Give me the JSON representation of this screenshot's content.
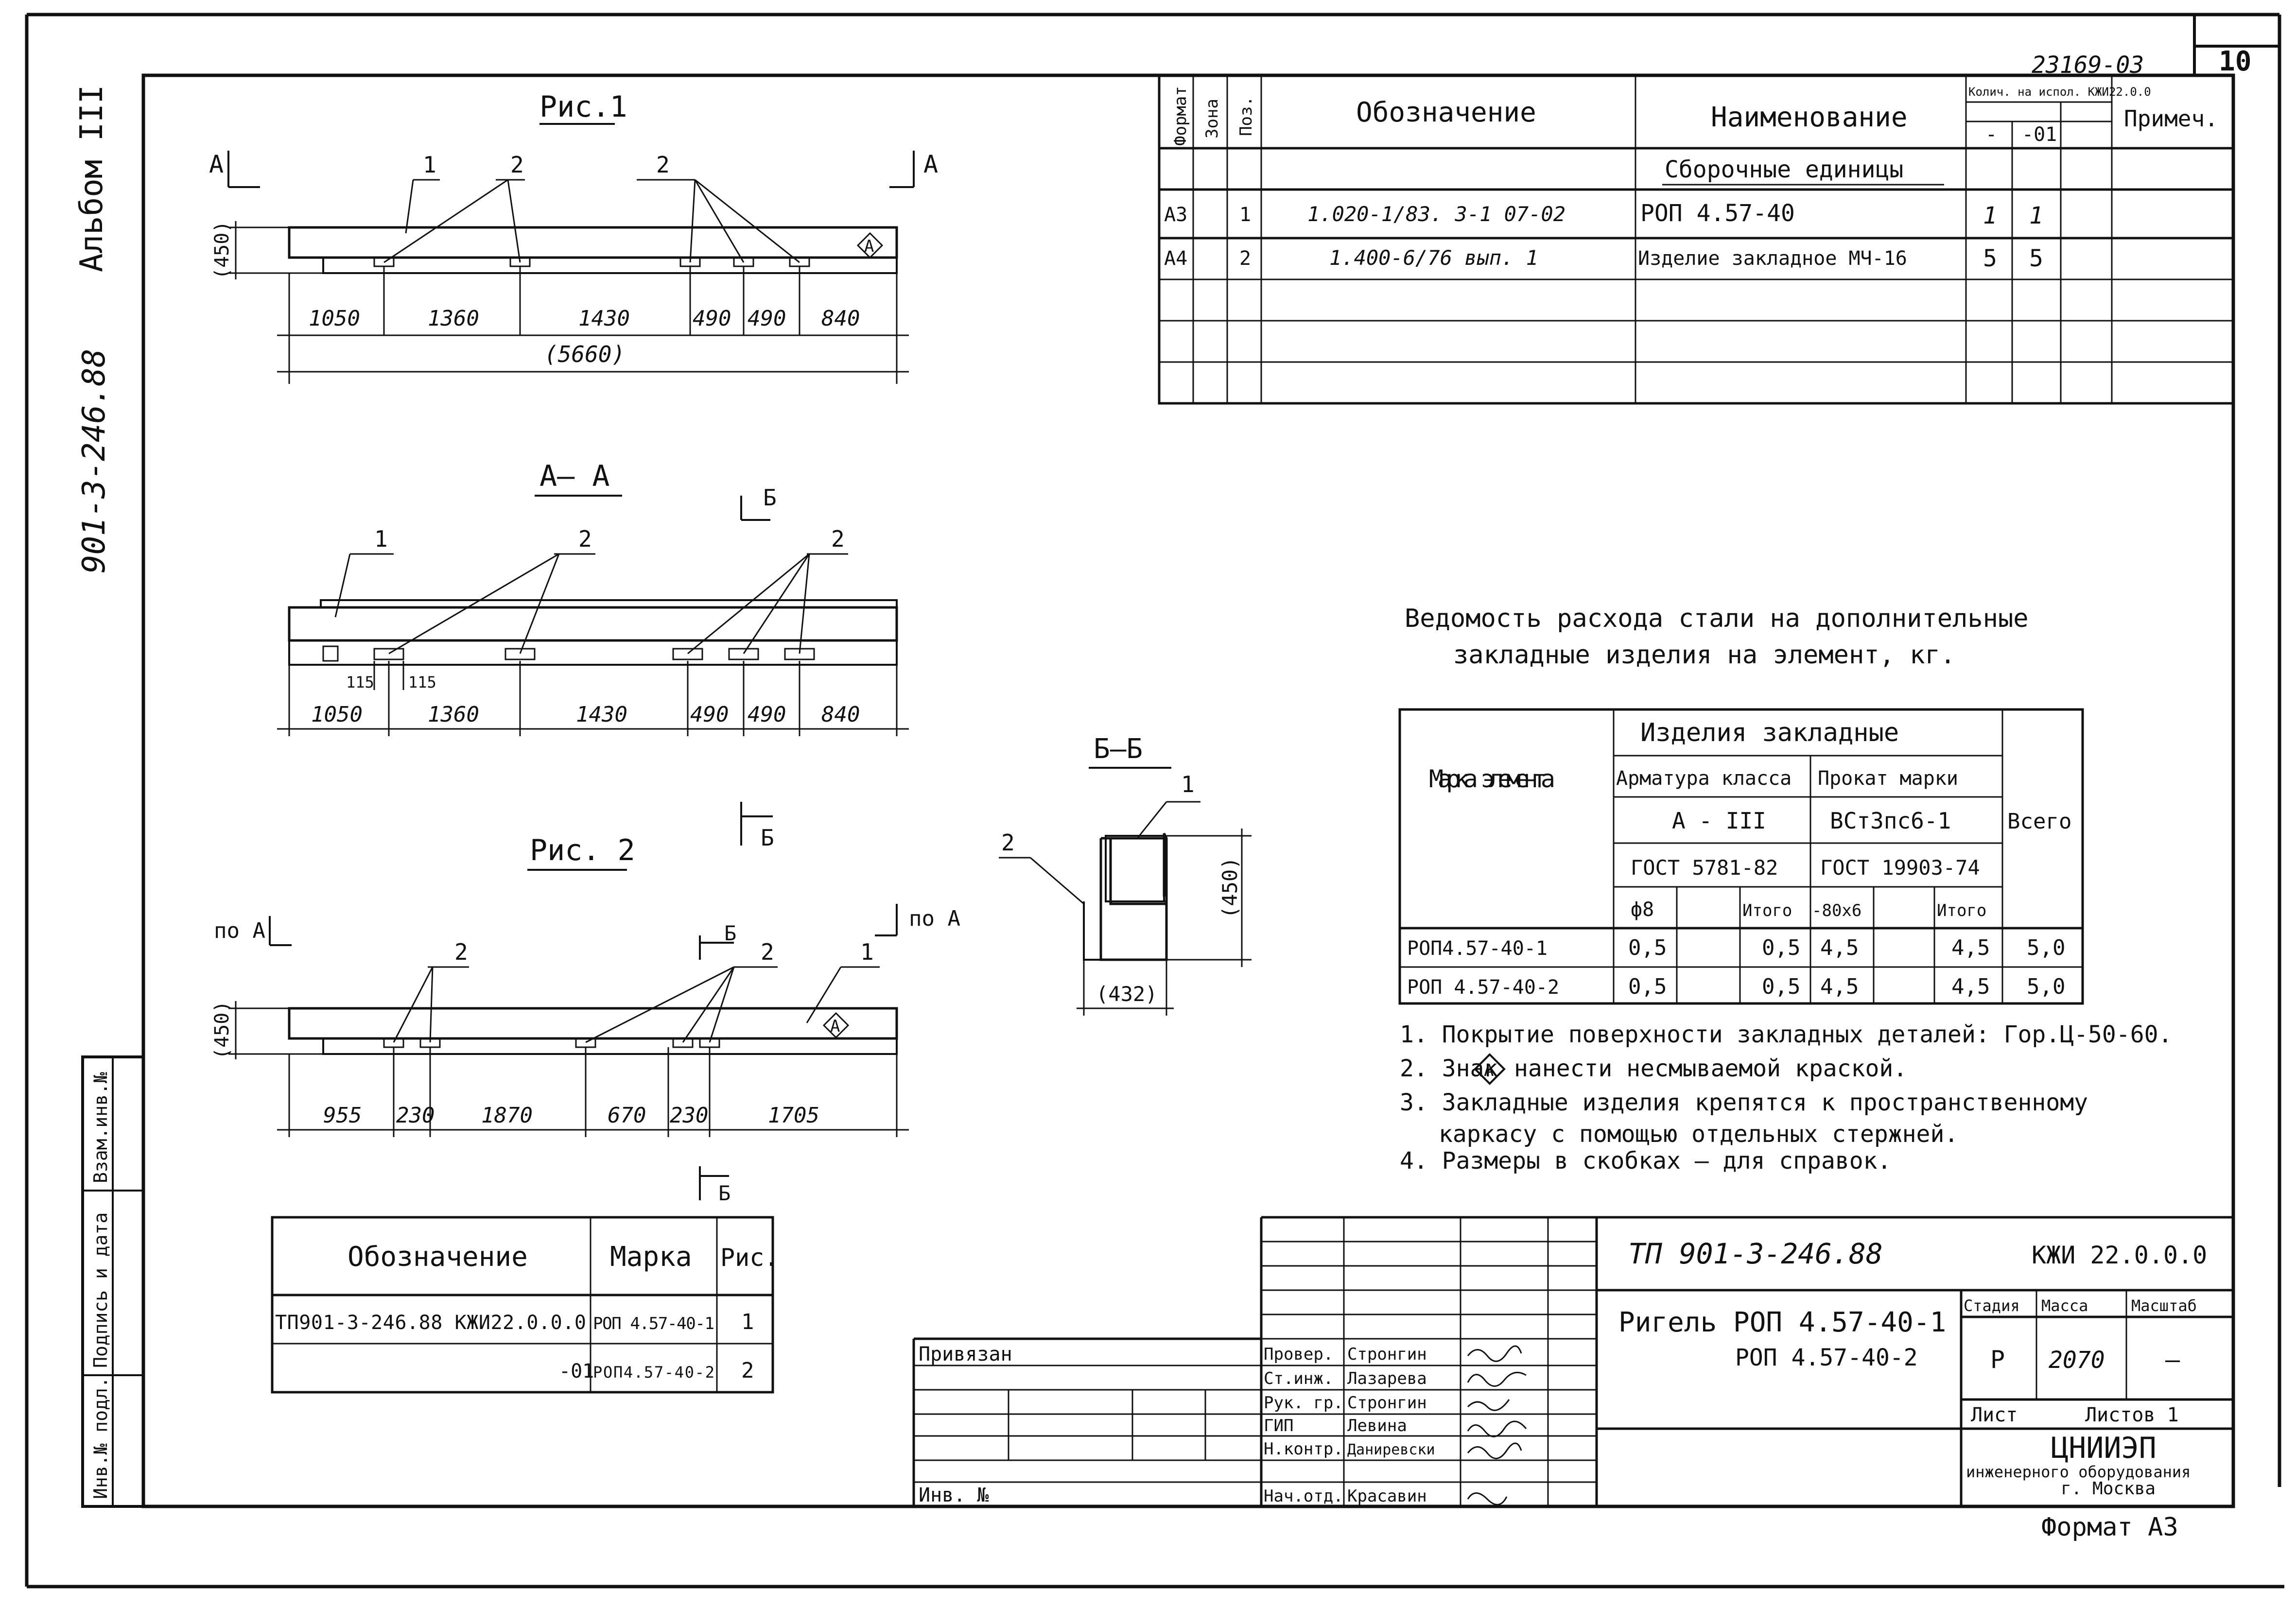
{
  "sheet": {
    "album_label": "Альбом III",
    "doc_vertical": "901-3-246.88",
    "doc_code_top": "23169-03",
    "sheet_number": "10",
    "format_label": "Формат А3"
  },
  "fig1": {
    "title": "Рис.1",
    "section_mark": "А",
    "height_dim": "(450)",
    "callout_1": "1",
    "callout_2a": "2",
    "callout_2b": "2",
    "mark_a": "А",
    "dims": [
      "1050",
      "1360",
      "1430",
      "490",
      "490",
      "840"
    ],
    "total_dim": "(5660)"
  },
  "section_aa": {
    "title": "А– А",
    "section_mark": "Б",
    "callout_1": "1",
    "callout_2a": "2",
    "callout_2b": "2",
    "small_dims": [
      "115",
      "115"
    ],
    "dims": [
      "1050",
      "1360",
      "1430",
      "490",
      "490",
      "840"
    ]
  },
  "fig2": {
    "title": "Рис. 2",
    "po_a_left": "по А",
    "po_a_right": "по А",
    "section_mark": "Б",
    "height_dim": "(450)",
    "callout_1": "1",
    "callout_2a": "2",
    "callout_2b": "2",
    "mark_a": "А",
    "dims": [
      "955",
      "230",
      "1870",
      "670",
      "230",
      "1705"
    ]
  },
  "section_bb": {
    "title": "Б–Б",
    "callout_1": "1",
    "callout_2": "2",
    "height_dim": "(450)",
    "width_dim": "(432)"
  },
  "spec_table": {
    "headers": {
      "format": "Формат",
      "zone": "Зона",
      "pos": "Поз.",
      "designation": "Обозначение",
      "name": "Наименование",
      "qty": "Колич. на испол. КЖИ22.0.0",
      "qty_col1": "-",
      "qty_col2": "-01",
      "note": "Примеч."
    },
    "section_title": "Сборочные единицы",
    "rows": [
      {
        "format": "А3",
        "pos": "1",
        "designation": "1.020-1/83. 3-1 07-02",
        "name": "РОП 4.57-40",
        "q1": "1",
        "q2": "1"
      },
      {
        "format": "А4",
        "pos": "2",
        "designation": "1.400-6/76 вып. 1",
        "name": "Изделие закладное МЧ-16",
        "q1": "5",
        "q2": "5"
      }
    ]
  },
  "steel_table": {
    "title_line1": "Ведомость расхода стали на дополнительные",
    "title_line2": "закладные изделия на элемент, кг.",
    "header_mark": "Марка элемента",
    "header_items": "Изделия закладные",
    "header_rebar": "Арматура класса",
    "header_rolled": "Прокат марки",
    "rebar_class": "А - III",
    "rolled_grade": "ВСт3пс6-1",
    "rebar_gost": "ГОСТ 5781-82",
    "rolled_gost": "ГОСТ 19903-74",
    "header_total": "Всего",
    "sub_d8": "ф8",
    "sub_itogo": "Итого",
    "sub_80x6": "-80х6",
    "sub_itogo2": "Итого",
    "rows": [
      {
        "mark": "РОП4.57-40-1",
        "d8": "0,5",
        "it1": "0,5",
        "p80": "4,5",
        "it2": "4,5",
        "total": "5,0"
      },
      {
        "mark": "РОП 4.57-40-2",
        "d8": "0,5",
        "it1": "0,5",
        "p80": "4,5",
        "it2": "4,5",
        "total": "5,0"
      }
    ]
  },
  "notes": [
    "1. Покрытие поверхности закладных деталей: Гор.Ц-50-60.",
    "2. Знак",
    "нанести несмываемой краской.",
    "3. Закладные изделия крепятся к пространственному",
    "каркасу с помощью отдельных стержней.",
    "4. Размеры в скобках – для справок."
  ],
  "note2_mark": "А",
  "variant_table": {
    "header_designation": "Обозначение",
    "header_mark": "Марка",
    "header_fig": "Рис.",
    "rows": [
      {
        "designation": "ТП901-3-246.88  КЖИ22.0.0.0",
        "mark": "РОП 4.57-40-1",
        "fig": "1"
      },
      {
        "designation": "-01",
        "mark": "РОП4.57-40-2",
        "fig": "2"
      }
    ]
  },
  "left_strip": {
    "inv_orig": "Инв.№ подл.",
    "sign_date": "Подпись и дата",
    "replace_inv": "Взам.инв.№"
  },
  "title_block": {
    "project": "ТП 901-3-246.88",
    "doc_code": "КЖИ 22.0.0.0",
    "privyazan": "Привязан",
    "inv_no": "Инв. №",
    "name_line1": "Ригель РОП 4.57-40-1",
    "name_line2": "РОП 4.57-40-2",
    "stage_label": "Стадия",
    "mass_label": "Масса",
    "scale_label": "Масштаб",
    "stage": "Р",
    "mass": "2070",
    "scale": "—",
    "sheet_label": "Лист",
    "sheets_label": "Листов 1",
    "org_line1": "ЦНИИЭП",
    "org_line2": "инженерного оборудования",
    "org_line3": "г. Москва",
    "roles": [
      "Провер.",
      "Ст.инж.",
      "Рук. гр.",
      "ГИП",
      "Н.контр.",
      "Нач.отд."
    ],
    "persons": [
      "Стронгин",
      "Лазарева",
      "Стронгин",
      "Левина",
      "Даниревски",
      "Красавин"
    ]
  }
}
